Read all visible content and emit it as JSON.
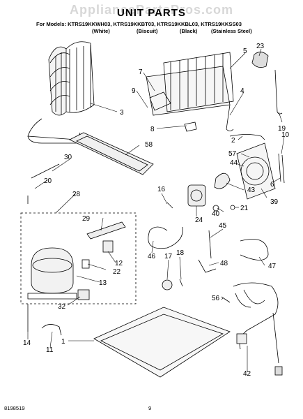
{
  "watermark": "AppliancePartsPros.com",
  "title": "UNIT PARTS",
  "models_line": "For Models: KTRS19KKWH03, KTRS19KKBT03, KTRS19KKBL03, KTRS19KKSS03",
  "colors": [
    "(White)",
    "(Biscuit)",
    "(Black)",
    "(Stainless Steel)"
  ],
  "footer": {
    "doc_number": "8198519",
    "page_number": "9"
  },
  "callouts": [
    "1",
    "2",
    "3",
    "4",
    "5",
    "6",
    "7",
    "8",
    "9",
    "10",
    "11",
    "12",
    "13",
    "14",
    "16",
    "17",
    "18",
    "19",
    "20",
    "21",
    "22",
    "23",
    "24",
    "28",
    "29",
    "30",
    "32",
    "39",
    "40",
    "42",
    "43",
    "44",
    "45",
    "46",
    "47",
    "48",
    "56",
    "57",
    "58"
  ]
}
